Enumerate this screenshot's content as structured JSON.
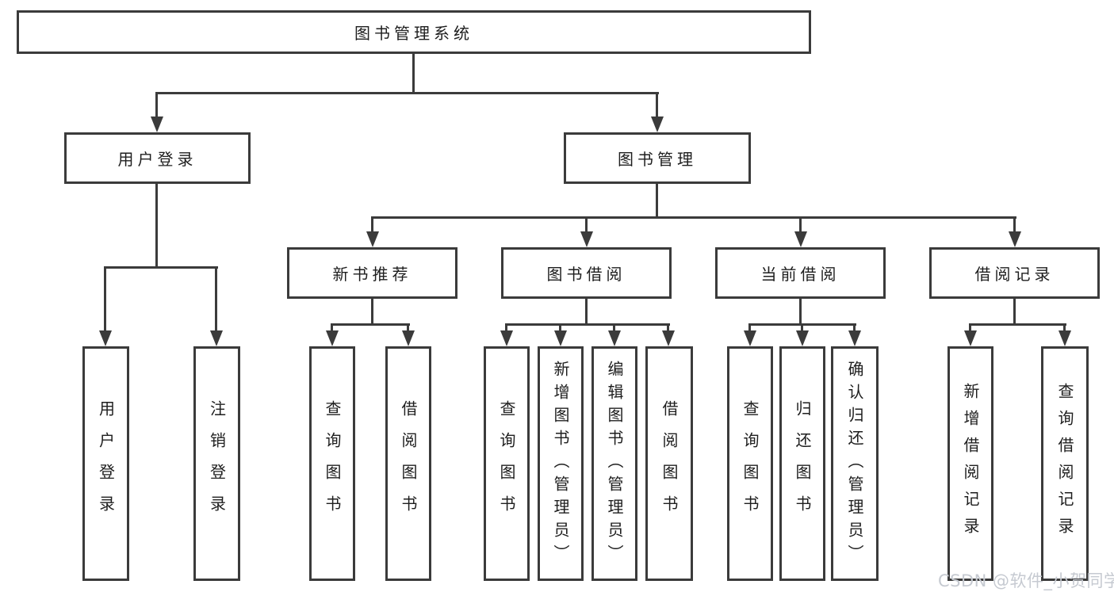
{
  "diagram": {
    "type": "hierarchy-tree",
    "root": {
      "label": "图书管理系统"
    },
    "branches": [
      {
        "label": "用户登录",
        "children": [
          {
            "label": "用户登录"
          },
          {
            "label": "注销登录"
          }
        ]
      },
      {
        "label": "图书管理",
        "children": [
          {
            "label": "新书推荐",
            "children": [
              {
                "label": "查询图书"
              },
              {
                "label": "借阅图书"
              }
            ]
          },
          {
            "label": "图书借阅",
            "children": [
              {
                "label": "查询图书"
              },
              {
                "label": "新增图书（管理员）"
              },
              {
                "label": "编辑图书（管理员）"
              },
              {
                "label": "借阅图书"
              }
            ]
          },
          {
            "label": "当前借阅",
            "children": [
              {
                "label": "查询图书"
              },
              {
                "label": "归还图书"
              },
              {
                "label": "确认归还（管理员）"
              }
            ]
          },
          {
            "label": "借阅记录",
            "children": [
              {
                "label": "新增借阅记录"
              },
              {
                "label": "查询借阅记录"
              }
            ]
          }
        ]
      }
    ]
  },
  "watermark": {
    "text": "CSDN @软件_小贺同学"
  },
  "colors": {
    "line": "#3b3b3b",
    "text": "#1e1e1e",
    "watermark": "#c6cad1",
    "background": "#ffffff"
  }
}
